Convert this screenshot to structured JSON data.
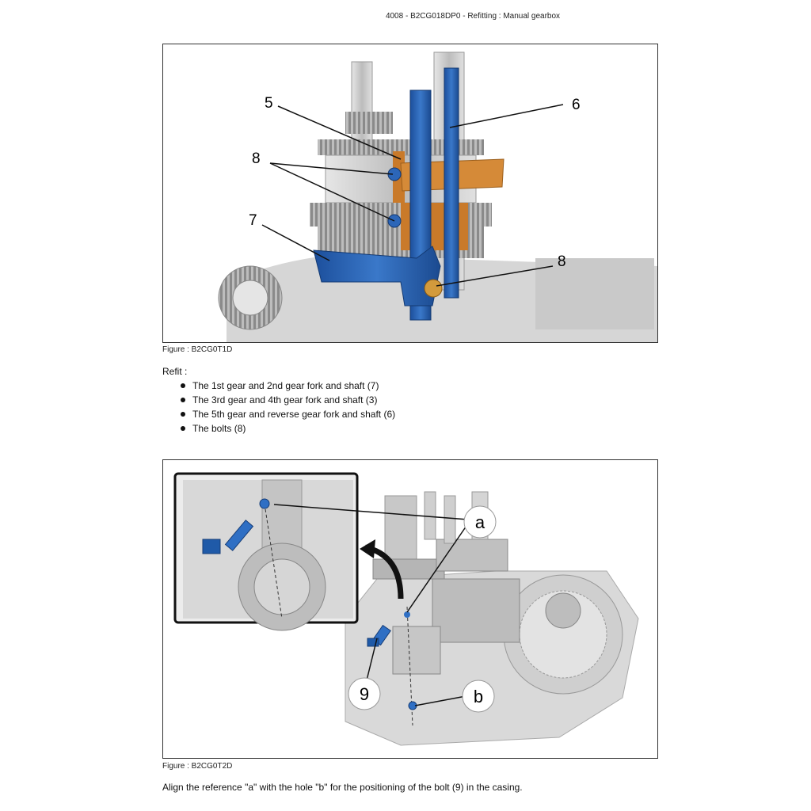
{
  "header": {
    "text": "4008 - B2CG018DP0 - Refitting : Manual gearbox"
  },
  "figure1": {
    "caption": "Figure : B2CG0T1D",
    "callouts": [
      "5",
      "6",
      "8",
      "7",
      "8"
    ]
  },
  "refit": {
    "title": "Refit :",
    "items": [
      "The 1st gear and 2nd gear fork and shaft (7)",
      "The 3rd gear and 4th gear fork and shaft (3)",
      "The 5th gear and reverse gear fork and shaft (6)",
      "The bolts (8)"
    ]
  },
  "figure2": {
    "caption": "Figure : B2CG0T2D",
    "callouts": [
      "a",
      "b",
      "9"
    ]
  },
  "instruction": "Align the reference \"a\" with the hole \"b\" for the positioning of the bolt (9) in the casing."
}
